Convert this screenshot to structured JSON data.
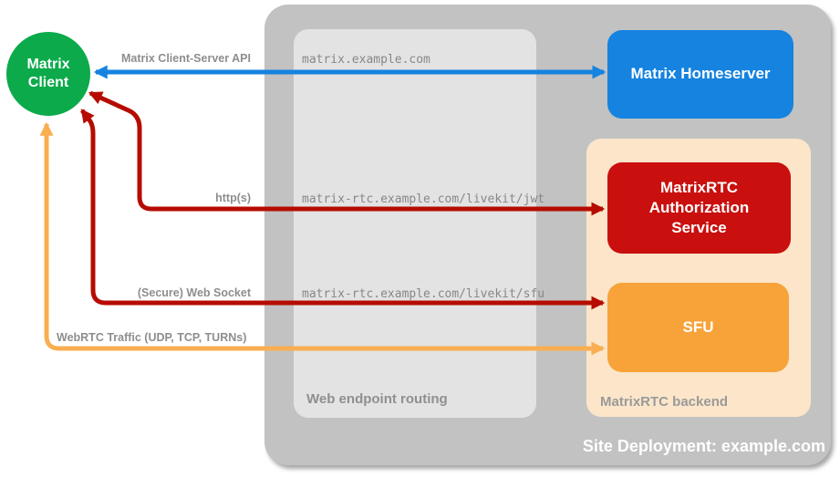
{
  "client": {
    "label": "Matrix Client"
  },
  "homeserver": {
    "label": "Matrix Homeserver"
  },
  "auth_service": {
    "label": "MatrixRTC Authorization Service"
  },
  "sfu": {
    "label": "SFU"
  },
  "containers": {
    "site_label": "Site Deployment: example.com",
    "routing_label": "Web endpoint routing",
    "backend_label": "MatrixRTC backend"
  },
  "routes": {
    "homeserver": "matrix.example.com",
    "jwt": "matrix-rtc.example.com/livekit/jwt",
    "sfu": "matrix-rtc.example.com/livekit/sfu"
  },
  "arrows": {
    "client_server_api": {
      "label": "Matrix Client-Server API"
    },
    "http": {
      "label": "http(s)"
    },
    "websocket": {
      "label": "(Secure) Web Socket"
    },
    "webrtc": {
      "label": "WebRTC Traffic (UDP, TCP, TURNs)"
    }
  },
  "colors": {
    "client_green": "#0caa4b",
    "homeserver_blue": "#1583df",
    "auth_red": "#c9100e",
    "sfu_orange": "#f7a339",
    "backend_peach": "#fce5c9",
    "site_gray": "#c2c2c2",
    "routing_gray": "#e3e3e3",
    "arrow_blue": "#1583df",
    "arrow_red": "#b60c00",
    "arrow_orange": "#f9ae52",
    "label_gray": "#8e8e8e"
  }
}
